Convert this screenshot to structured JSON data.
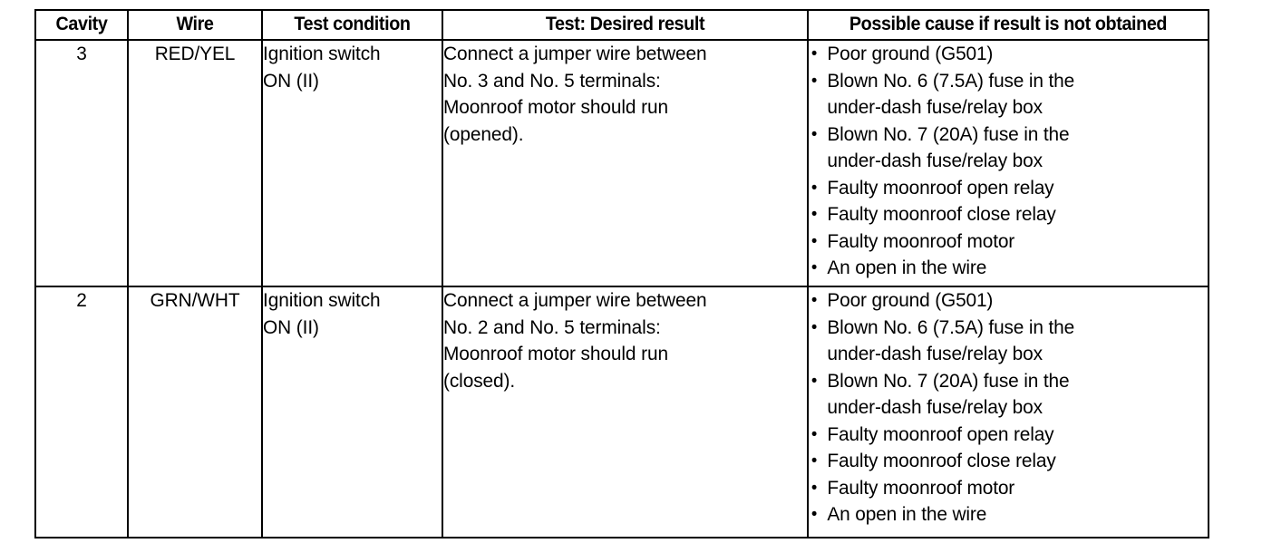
{
  "document": {
    "kind": "service-manual-troubleshooting-table"
  },
  "table": {
    "headers": [
      "Cavity",
      "Wire",
      "Test condition",
      "Test: Desired result",
      "Possible cause if result is not obtained"
    ],
    "rows": [
      {
        "cavity": "3",
        "wire": "RED/YEL",
        "test_condition_lines": [
          "Ignition switch",
          "ON (II)"
        ],
        "test_condition": "Ignition switch ON (II)",
        "test_result_lines": [
          "Connect a jumper wire between",
          "No. 3 and No. 5 terminals:",
          "Moonroof motor should run",
          "(opened)."
        ],
        "test_result": "Connect a jumper wire between No. 3 and No. 5 terminals: Moonroof motor should run (opened).",
        "possible_causes": [
          {
            "text": "Poor ground (G501)",
            "lines": [
              "Poor ground (G501)"
            ]
          },
          {
            "text": "Blown No. 6 (7.5A) fuse in the under-dash fuse/relay box",
            "lines": [
              "Blown No. 6 (7.5A) fuse in the",
              "under-dash fuse/relay box"
            ]
          },
          {
            "text": "Blown No. 7 (20A) fuse in the under-dash fuse/relay box",
            "lines": [
              "Blown No. 7 (20A) fuse in the",
              "under-dash fuse/relay box"
            ]
          },
          {
            "text": "Faulty moonroof open relay",
            "lines": [
              "Faulty moonroof open relay"
            ]
          },
          {
            "text": "Faulty moonroof close relay",
            "lines": [
              "Faulty moonroof close relay"
            ]
          },
          {
            "text": "Faulty moonroof motor",
            "lines": [
              "Faulty moonroof motor"
            ]
          },
          {
            "text": "An open in the wire",
            "lines": [
              "An open in the wire"
            ]
          }
        ]
      },
      {
        "cavity": "2",
        "wire": "GRN/WHT",
        "test_condition_lines": [
          "Ignition switch",
          "ON (II)"
        ],
        "test_condition": "Ignition switch ON (II)",
        "test_result_lines": [
          "Connect a jumper wire between",
          "No. 2 and No. 5 terminals:",
          "Moonroof motor should run",
          "(closed)."
        ],
        "test_result": "Connect a jumper wire between No. 2 and No. 5 terminals: Moonroof motor should run (closed).",
        "possible_causes": [
          {
            "text": "Poor ground (G501)",
            "lines": [
              "Poor ground (G501)"
            ]
          },
          {
            "text": "Blown No. 6 (7.5A) fuse in the under-dash fuse/relay box",
            "lines": [
              "Blown No. 6 (7.5A) fuse in the",
              "under-dash fuse/relay box"
            ]
          },
          {
            "text": "Blown No. 7 (20A) fuse in the under-dash fuse/relay box",
            "lines": [
              "Blown No. 7 (20A) fuse in the",
              "under-dash fuse/relay box"
            ]
          },
          {
            "text": "Faulty moonroof open relay",
            "lines": [
              "Faulty moonroof open relay"
            ]
          },
          {
            "text": "Faulty moonroof close relay",
            "lines": [
              "Faulty moonroof close relay"
            ]
          },
          {
            "text": "Faulty moonroof motor",
            "lines": [
              "Faulty moonroof motor"
            ]
          },
          {
            "text": "An open in the wire",
            "lines": [
              "An open in the wire"
            ]
          }
        ]
      }
    ],
    "bullet_glyph": "•"
  },
  "colors": {
    "ink": "#000000",
    "paper": "#ffffff"
  }
}
